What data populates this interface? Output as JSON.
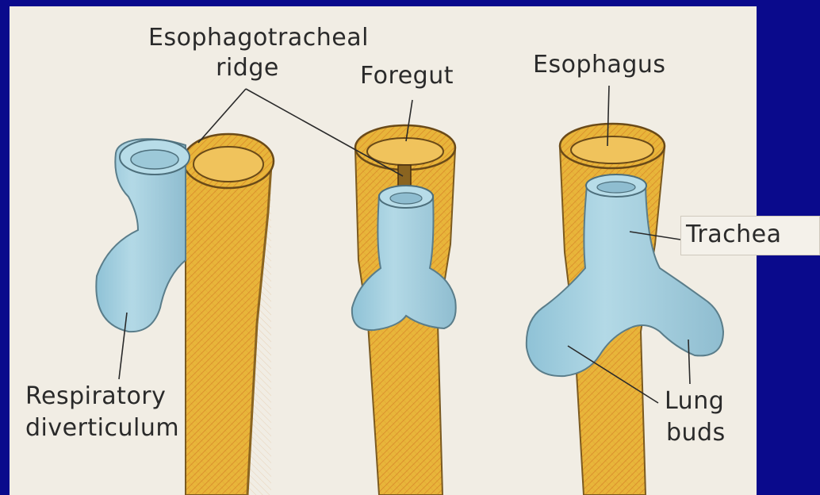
{
  "colors": {
    "background": "#0a0a8c",
    "panel": "#f1ede4",
    "esophagus_fill": "#e8b53a",
    "trachea_fill": "#a8d2e0",
    "leader_line": "#2a2a2a"
  },
  "labels": {
    "esophagotracheal_line1": "Esophagotracheal",
    "esophagotracheal_line2": "ridge",
    "foregut": "Foregut",
    "esophagus": "Esophagus",
    "trachea": "Trachea",
    "respiratory_line1": "Respiratory",
    "respiratory_line2": "diverticulum",
    "lung_buds_line1": "Lung",
    "lung_buds_line2": "buds"
  },
  "stages": [
    {
      "name": "stage-1"
    },
    {
      "name": "stage-2"
    },
    {
      "name": "stage-3"
    }
  ]
}
